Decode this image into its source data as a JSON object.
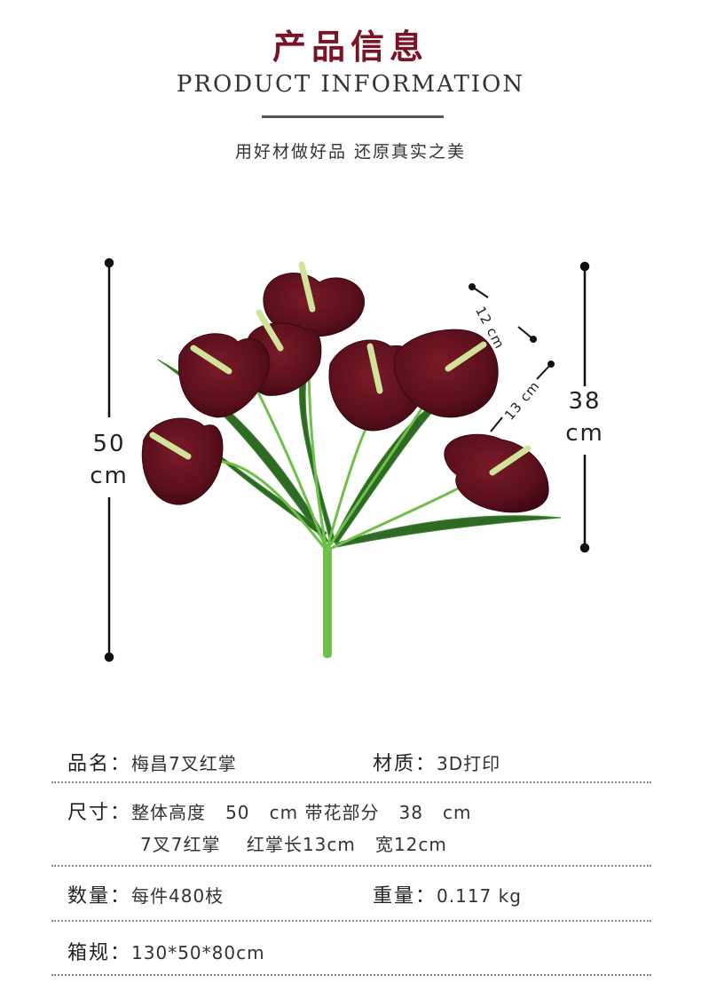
{
  "header": {
    "title_cn": "产品信息",
    "title_en": "PRODUCT INFORMATION",
    "slogan": "用好材做好品 还原真实之美"
  },
  "dimensions": {
    "total_height": {
      "value": "50",
      "unit": "cm"
    },
    "flower_height": {
      "value": "38",
      "unit": "cm"
    },
    "spathe_width": "12 cm",
    "spathe_length": "13 cm"
  },
  "specs": {
    "name": {
      "label": "品名：",
      "value": "梅昌7叉红掌"
    },
    "material": {
      "label": "材质：",
      "value": "3D打印"
    },
    "size": {
      "label": "尺寸：",
      "line1": "整体高度   50   cm 带花部分   38   cm",
      "line2": "7叉7红掌    红掌长13cm   宽12cm"
    },
    "quantity": {
      "label": "数量：",
      "value": "每件480枝"
    },
    "weight": {
      "label": "重量：",
      "value": "0.117 kg"
    },
    "box": {
      "label": "箱规：",
      "value": "130*50*80cm"
    }
  },
  "colors": {
    "title": "#7a1424",
    "spathe": "#5a0f1c",
    "spadix": "#cfe39a",
    "leaf": "#2f6a25",
    "stem": "#6fbf4a"
  }
}
